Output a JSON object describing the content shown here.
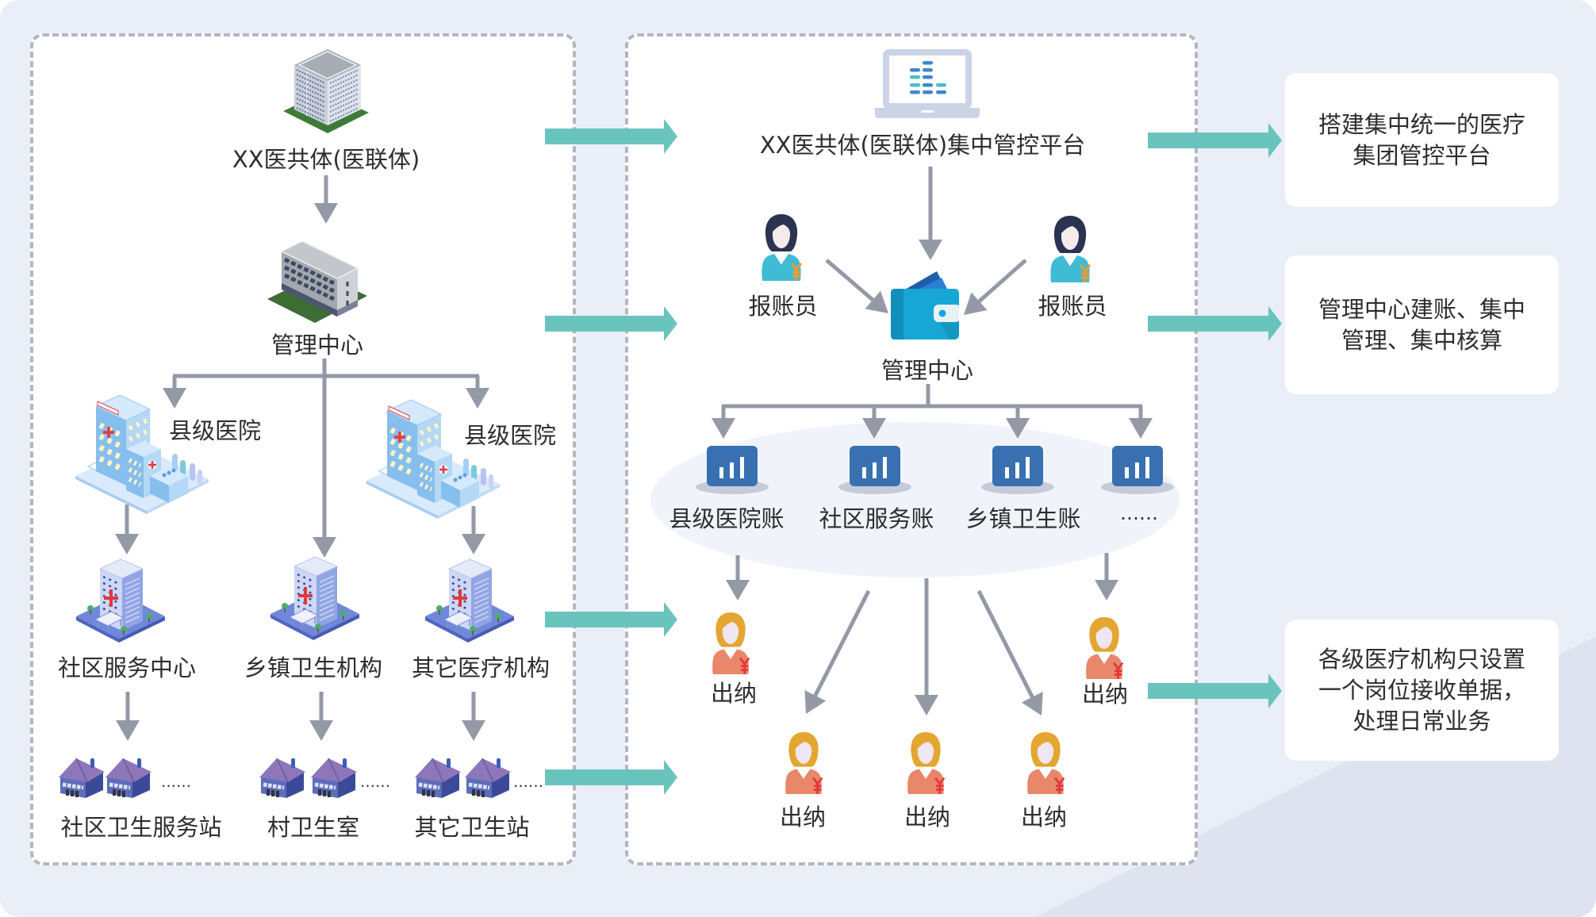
{
  "colors": {
    "background": "#E9EEF7",
    "accent": "#6AC4BE",
    "connector": "#9499A6",
    "ledger_tile": "#3870B1",
    "text": "#2D2D2D"
  },
  "left_panel": {
    "root": {
      "label": "XX医共体(医联体)",
      "icon": "office-tower-icon"
    },
    "management_center": {
      "label": "管理中心",
      "icon": "office-building-icon"
    },
    "county_hospitals": [
      {
        "label": "县级医院",
        "icon": "hospital-icon"
      },
      {
        "label": "县级医院",
        "icon": "hospital-icon"
      }
    ],
    "institutions": [
      {
        "label": "社区服务中心",
        "icon": "clinic-icon"
      },
      {
        "label": "乡镇卫生机构",
        "icon": "clinic-icon"
      },
      {
        "label": "其它医疗机构",
        "icon": "clinic-icon"
      }
    ],
    "stations": [
      {
        "label": "社区卫生服务站",
        "more": "……",
        "icon": "house-icon"
      },
      {
        "label": "村卫生室",
        "more": "……",
        "icon": "house-icon"
      },
      {
        "label": "其它卫生站",
        "more": "……",
        "icon": "house-icon"
      }
    ]
  },
  "middle_panel": {
    "platform": {
      "label": "XX医共体(医联体)集中管控平台",
      "icon": "laptop-chart-icon"
    },
    "reimbursers": [
      {
        "label": "报账员",
        "icon": "reimburser-person-icon"
      },
      {
        "label": "报账员",
        "icon": "reimburser-person-icon"
      }
    ],
    "management_center": {
      "label": "管理中心",
      "icon": "wallet-icon"
    },
    "ledgers": [
      {
        "label": "县级医院账",
        "icon": "bar-chart-icon"
      },
      {
        "label": "社区服务账",
        "icon": "bar-chart-icon"
      },
      {
        "label": "乡镇卫生账",
        "icon": "bar-chart-icon"
      },
      {
        "label": "……",
        "icon": "bar-chart-icon"
      }
    ],
    "cashiers": [
      {
        "label": "出纳",
        "icon": "cashier-person-icon"
      },
      {
        "label": "出纳",
        "icon": "cashier-person-icon"
      },
      {
        "label": "出纳",
        "icon": "cashier-person-icon"
      },
      {
        "label": "出纳",
        "icon": "cashier-person-icon"
      },
      {
        "label": "出纳",
        "icon": "cashier-person-icon"
      }
    ]
  },
  "right_panel": {
    "notes": [
      {
        "lines": [
          "搭建集中统一的医疗",
          "集团管控平台"
        ]
      },
      {
        "lines": [
          "管理中心建账、集中",
          "管理、集中核算"
        ]
      },
      {
        "lines": [
          "各级医疗机构只设置",
          "一个岗位接收单据，",
          "处理日常业务"
        ]
      }
    ]
  }
}
